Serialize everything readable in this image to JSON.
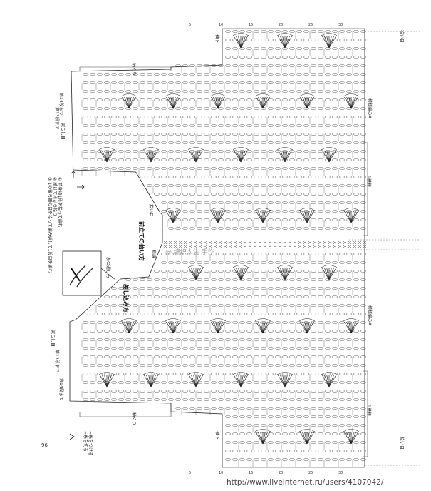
{
  "labels": {
    "center_a": "模様編みA",
    "center_b": "模様編みA",
    "repeat_top": "1模様",
    "repeat_bottom": "1模様",
    "front_edge": "前立ての拾い方",
    "join": "肩線",
    "pick_start": "拾い目",
    "armhole_top": "袖ぐり",
    "armhole_bottom": "袖ぐり",
    "insert": "差し込み方",
    "insert_note": "糸の通し方",
    "row14_top": "第14段まで",
    "row13_top": "第13段まで",
    "row14_bottom": "第14段まで",
    "row13_bottom": "第13段まで",
    "dec_top": "減らし目",
    "dec_bottom": "減らし目",
    "sleeve_top": "袖下",
    "sleeve_bottom": "袖下",
    "note1": "① 前身頃1段を拾って編む",
    "note2": "② 続けて段から拾う",
    "note3": "③ 1の後ろ側の目を拾って編み返して1段目を編む",
    "legend_join": "=糸をつける",
    "legend_cut": "=糸を切る",
    "right_tick_top": "拾い目",
    "right_tick_bottom": "拾い目"
  },
  "page_number": "96",
  "watermark": "@ 编织人生 手作",
  "url": "http://www.liveinternet.ru/users/4107042/",
  "row_numbers": [
    "5",
    "10",
    "15",
    "20",
    "25",
    "30"
  ]
}
